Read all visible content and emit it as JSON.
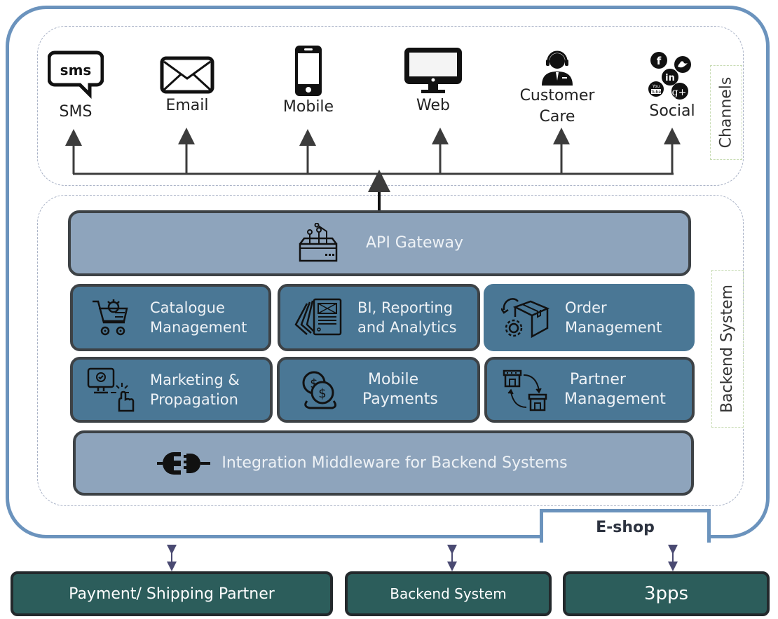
{
  "diagram": {
    "container_label": "E-shop",
    "regions": {
      "channels": "Channels",
      "backend": "Backend System"
    },
    "channels": [
      {
        "label": "SMS",
        "icon": "sms-bubble-icon"
      },
      {
        "label": "Email",
        "icon": "envelope-icon"
      },
      {
        "label": "Mobile",
        "icon": "smartphone-icon"
      },
      {
        "label": "Web",
        "icon": "monitor-icon"
      },
      {
        "label": "Customer Care",
        "label_line1": "Customer",
        "label_line2": "Care",
        "icon": "headset-agent-icon"
      },
      {
        "label": "Social",
        "icon": "social-media-icon",
        "networks": [
          "f",
          "in",
          "You Tube",
          "g+",
          "twitter"
        ]
      }
    ],
    "api_gateway": {
      "label": "API Gateway",
      "icon": "router-icon"
    },
    "modules": [
      {
        "line1": "Catalogue",
        "line2": "Management",
        "icon": "cart-gear-icon"
      },
      {
        "line1": "BI, Reporting",
        "line2": "and Analytics",
        "icon": "report-documents-icon"
      },
      {
        "line1": "Order",
        "line2": "Management",
        "icon": "box-gear-icon"
      },
      {
        "line1": "Marketing &",
        "line2": "Propagation",
        "icon": "monitor-click-icon"
      },
      {
        "line1": "Mobile",
        "line2": "Payments",
        "icon": "coins-icon"
      },
      {
        "line1": "Partner",
        "line2": "Management",
        "icon": "store-exchange-icon"
      }
    ],
    "middleware": {
      "label": "Integration Middleware for Backend Systems",
      "icon": "plug-connector-icon"
    },
    "external_systems": [
      {
        "label": "Payment/ Shipping Partner"
      },
      {
        "label": "Backend System"
      },
      {
        "label": "3pps"
      }
    ],
    "colors": {
      "outer_border": "#6b93bd",
      "light_box": "#8ea4bc",
      "dark_box": "#4a7795",
      "external_box": "#2c5d5b",
      "arrow": "#4a4a72"
    }
  }
}
